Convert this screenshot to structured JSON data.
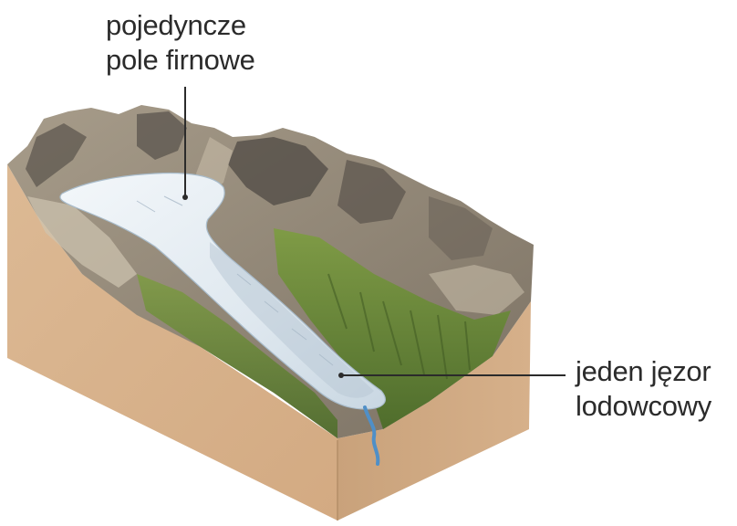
{
  "labels": {
    "firn_field": {
      "line1": "pojedyncze",
      "line2": "pole firnowe"
    },
    "glacier_tongue": {
      "line1": "jeden jęzor",
      "line2": "lodowcowy"
    }
  },
  "colors": {
    "soil_front": "#d9b48f",
    "soil_side": "#c79f78",
    "rock": "#8a7f70",
    "rock_light": "#b7ab98",
    "rock_dark": "#4e4a44",
    "ice": "#e6eef4",
    "ice_shadow": "#b9c9d6",
    "grass": "#6c8a3a",
    "grass_dark": "#3f5a23",
    "stream": "#4f8fc7",
    "leader_line": "#2b2b2b",
    "text": "#2b2b2b"
  }
}
